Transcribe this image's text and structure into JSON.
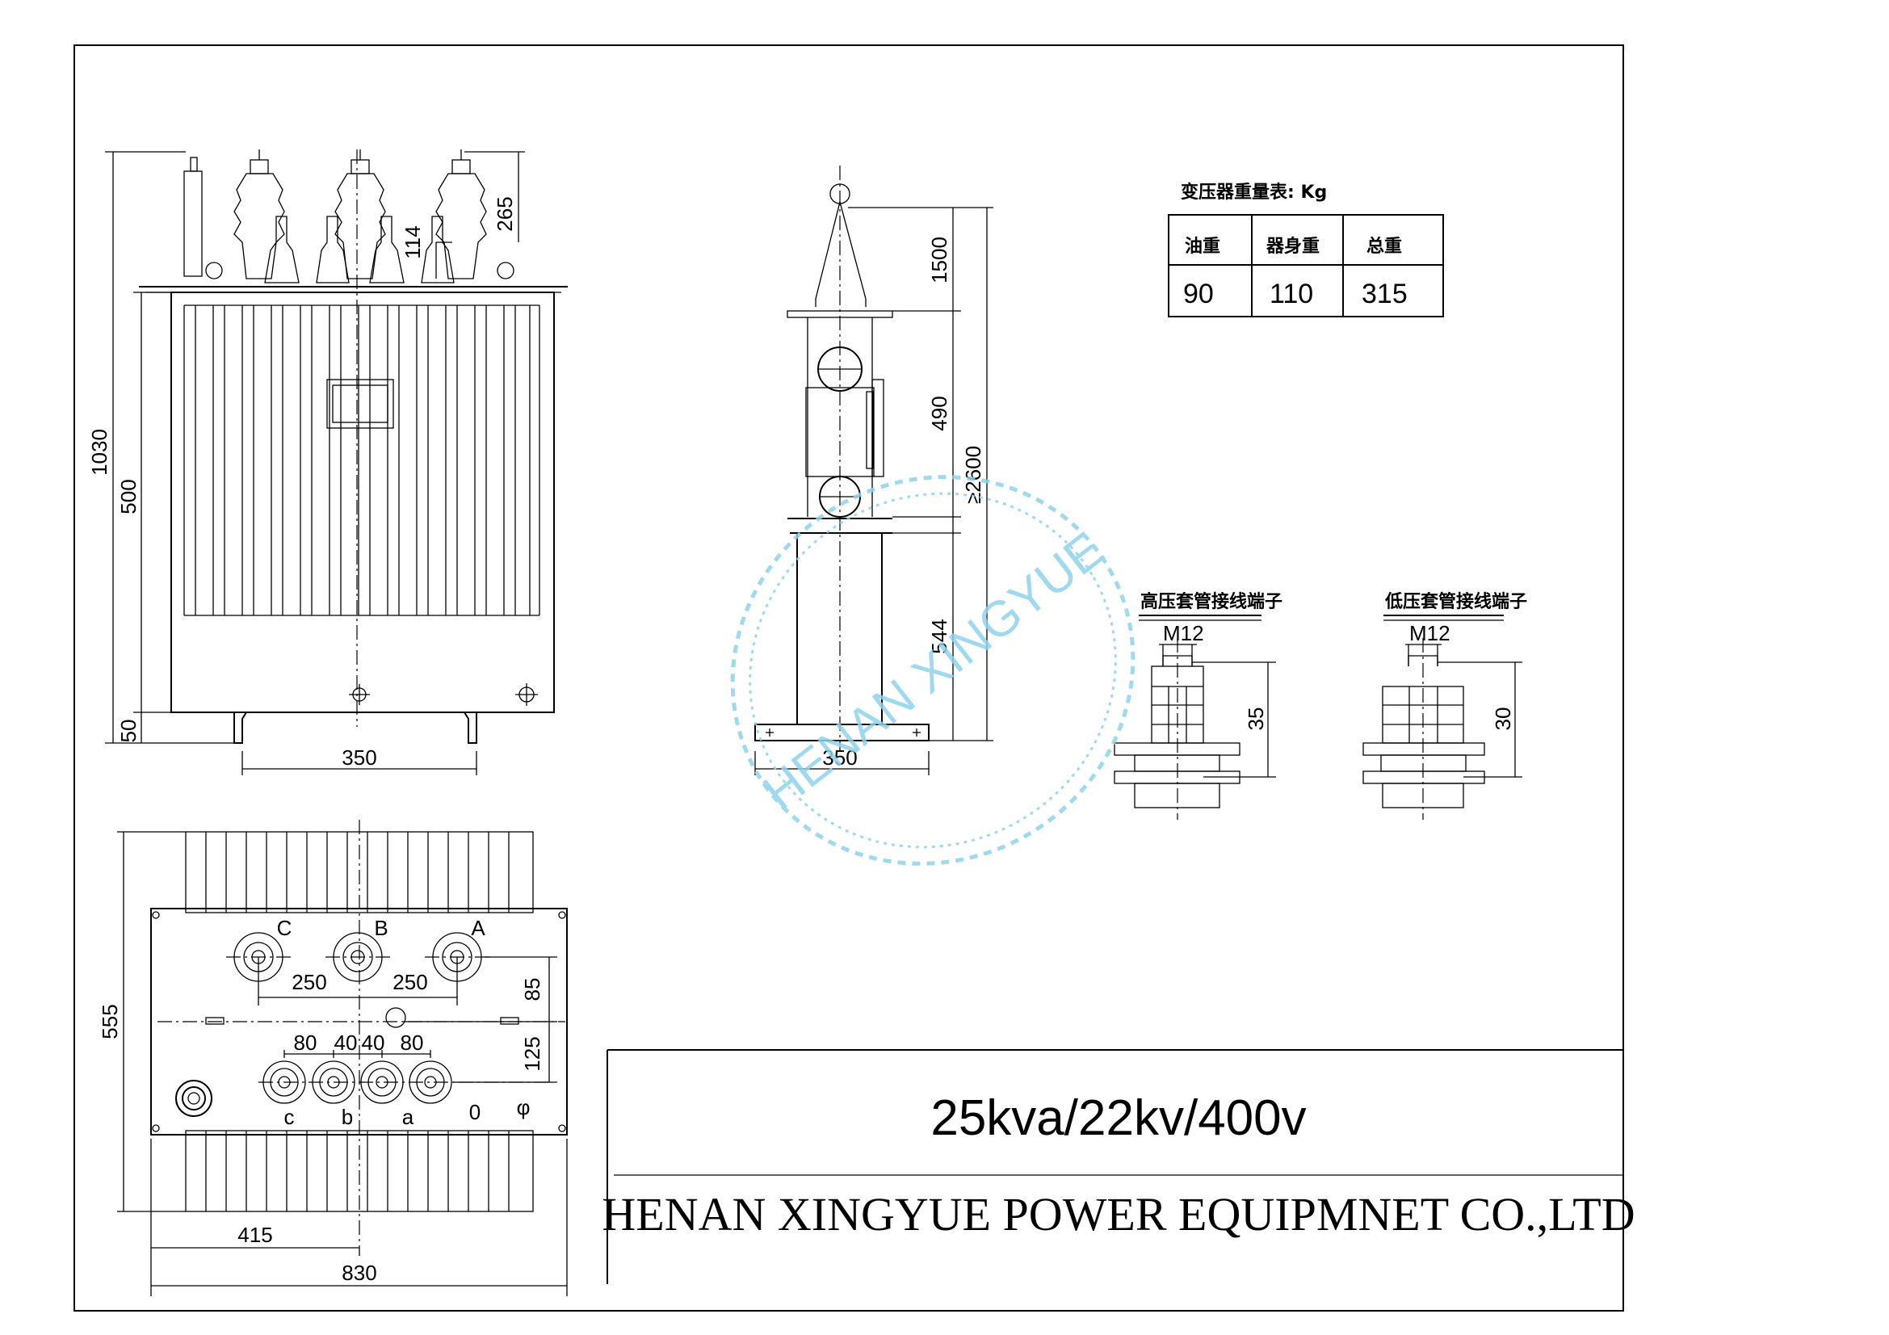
{
  "weight_table": {
    "title": "变压器重量表: Kg",
    "headers": [
      "油重",
      "器身重",
      "总重"
    ],
    "values": [
      "90",
      "110",
      "315"
    ]
  },
  "front_view": {
    "dim_height_total": "1030",
    "dim_tank_height": "500",
    "dim_base": "50",
    "dim_bushing": "265",
    "dim_lv_bushing": "114",
    "dim_rail": "350"
  },
  "lifting_view": {
    "dim_sling": "1500",
    "dim_core": "490",
    "dim_tank": "544",
    "dim_total": "≥2600",
    "dim_rail": "350"
  },
  "hv_terminal": {
    "title": "高压套管接线端子",
    "thread": "M12",
    "height": "35"
  },
  "lv_terminal": {
    "title": "低压套管接线端子",
    "thread": "M12",
    "height": "30"
  },
  "top_view": {
    "hv_labels": [
      "C",
      "B",
      "A"
    ],
    "lv_labels": [
      "c",
      "b",
      "a",
      "0"
    ],
    "ground_symbol": "φ",
    "dim_hv_spacing_1": "250",
    "dim_hv_spacing_2": "250",
    "dim_lv_1": "80",
    "dim_lv_2": "40",
    "dim_lv_3": "40",
    "dim_lv_4": "80",
    "dim_85": "85",
    "dim_125": "125",
    "dim_555": "555",
    "dim_415": "415",
    "dim_830": "830"
  },
  "title_block": {
    "rating": "25kva/22kv/400v",
    "company": "HENAN XINGYUE POWER EQUIPMNET CO.,LTD"
  },
  "watermark": {
    "text": "HENAN XINGYUE",
    "color": "#8fd3ee"
  }
}
